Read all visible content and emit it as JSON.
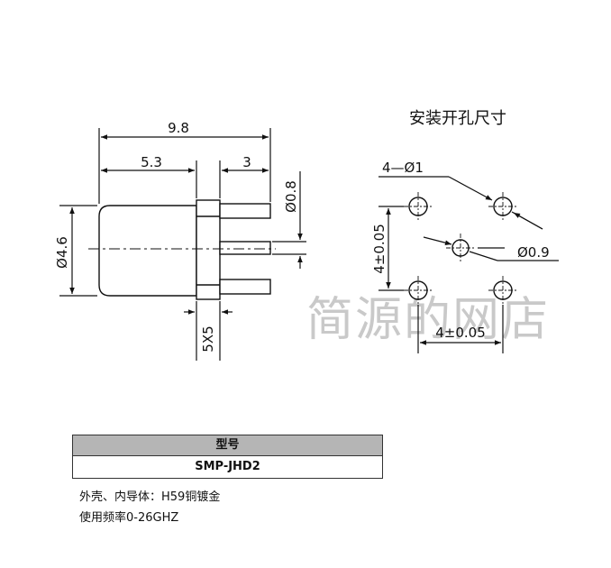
{
  "drawing": {
    "dim_overall": "9.8",
    "dim_body": "5.3",
    "dim_pin": "3",
    "dim_pin_dia": "Ø0.8",
    "dim_body_dia": "Ø4.6",
    "dim_flange": "5X5",
    "hole_title": "安装开孔尺寸",
    "hole_count_dia": "4—Ø1",
    "hole_center_dia": "Ø0.9",
    "hole_spacing_v": "4±0.05",
    "hole_spacing_h": "4±0.05"
  },
  "watermark": "简源的网店",
  "table": {
    "header": "型号",
    "model": "SMP-JHD2"
  },
  "notes": [
    "外壳、内导体：H59铜镀金",
    "使用频率0-26GHZ"
  ]
}
